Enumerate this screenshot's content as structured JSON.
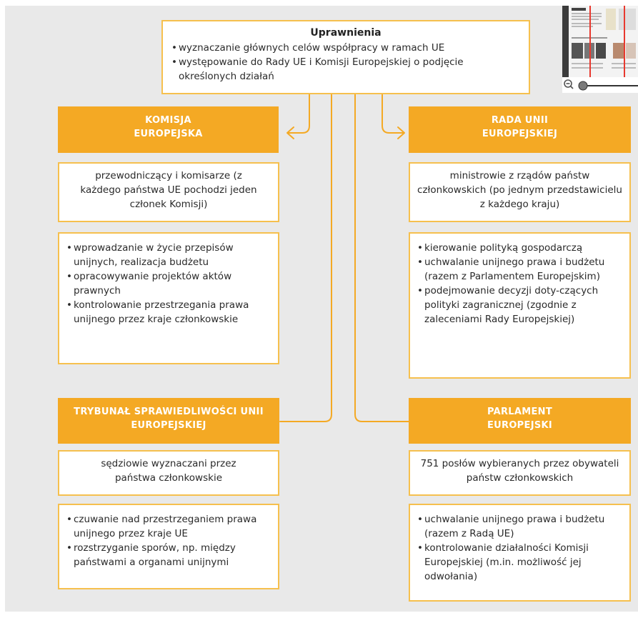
{
  "top": {
    "title": "Uprawnienia",
    "items": [
      "wyznaczanie głównych celów współpracy w ramach UE",
      "występowanie do Rady UE i Komisji Europejskiej o podjęcie określonych działań"
    ]
  },
  "komisja": {
    "title": "KOMISJA EUROPEJSKA",
    "composition": "przewodniczący i komisarze (z każdego państwa UE pochodzi jeden członek Komisji)",
    "powers": [
      "wprowadzanie w życie przepisów unijnych, realizacja budżetu",
      "opracowywanie projektów aktów prawnych",
      "kontrolowanie przestrzegania prawa unijnego przez kraje członkowskie"
    ]
  },
  "rada": {
    "title": "RADA UNII EUROPEJSKIEJ",
    "composition": "ministrowie z rządów państw członkowskich (po jednym przedstawicielu z każdego kraju)",
    "powers": [
      "kierowanie polityką gospodarczą",
      "uchwalanie unijnego prawa i budżetu (razem z Parlamentem Europejskim)",
      "podejmowanie decyzji doty-czących polityki zagranicznej (zgodnie z zaleceniami Rady Europejskiej)"
    ]
  },
  "trybunal": {
    "title": "TRYBUNAŁ SPRAWIEDLIWOŚCI UNII EUROPEJSKIEJ",
    "composition": "sędziowie wyznaczani przez państwa członkowskie",
    "powers": [
      "czuwanie nad przestrzeganiem prawa unijnego przez kraje UE",
      "rozstrzyganie sporów, np. między państwami a organami unijnymi"
    ]
  },
  "parlament": {
    "title": "PARLAMENT EUROPEJSKI",
    "composition": "751 posłów wybieranych przez obywateli państw członkowskich",
    "powers": [
      "uchwalanie unijnego prawa i budżetu (razem z Radą UE)",
      "kontrolowanie działalności Komisji Europejskiej (m.in. możliwość jej odwołania)"
    ]
  },
  "colors": {
    "accent": "#f4a924",
    "border": "#f6c04e",
    "background": "#e9e9e9"
  }
}
